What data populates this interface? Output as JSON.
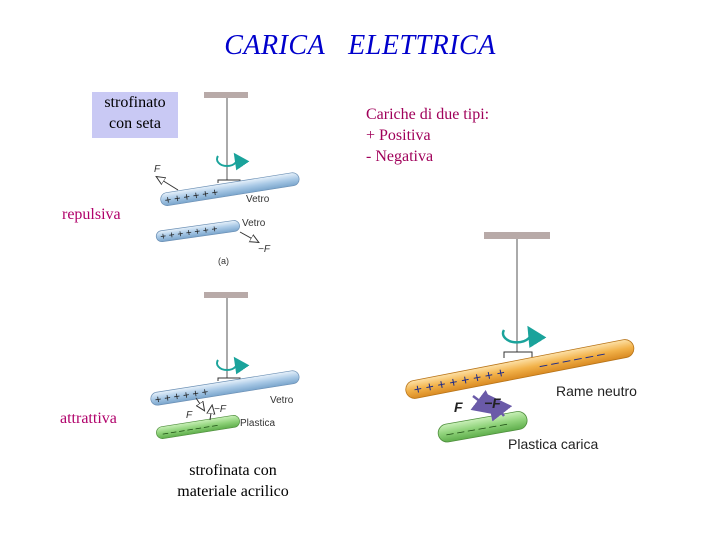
{
  "title": "CARICA   ELETTRICA",
  "box_seta": {
    "line1": "strofinato",
    "line2": "con seta"
  },
  "types": {
    "heading": "Cariche di due tipi:",
    "positive": "+  Positiva",
    "negative": "-   Negativa"
  },
  "labels": {
    "repulsiva": "repulsiva",
    "attrattiva": "attrattiva",
    "acrilico_line1": "strofinata con",
    "acrilico_line2": "materiale acrilico"
  },
  "diagram_repulsion": {
    "rod1_label": "Vetro",
    "rod2_label": "Vetro",
    "force_top": "F",
    "force_bottom": "−F",
    "caption": "(a)"
  },
  "diagram_attraction": {
    "rod_label": "Vetro",
    "plastic_label": "Plastica",
    "force_left": "F",
    "force_right": "−F"
  },
  "diagram_copper": {
    "rod_label": "Rame neutro",
    "plastic_label": "Plastica carica",
    "force_left": "F",
    "force_right": "−F"
  },
  "colors": {
    "title": "#0000cc",
    "accent_pink": "#b0006a",
    "box": "#c9c9f4",
    "glass": "#a9c9e6",
    "plastic": "#8fd27a",
    "copper": "#f2b24a",
    "rotation": "#1aa39b",
    "force_arrow": "#6a5aa8"
  }
}
